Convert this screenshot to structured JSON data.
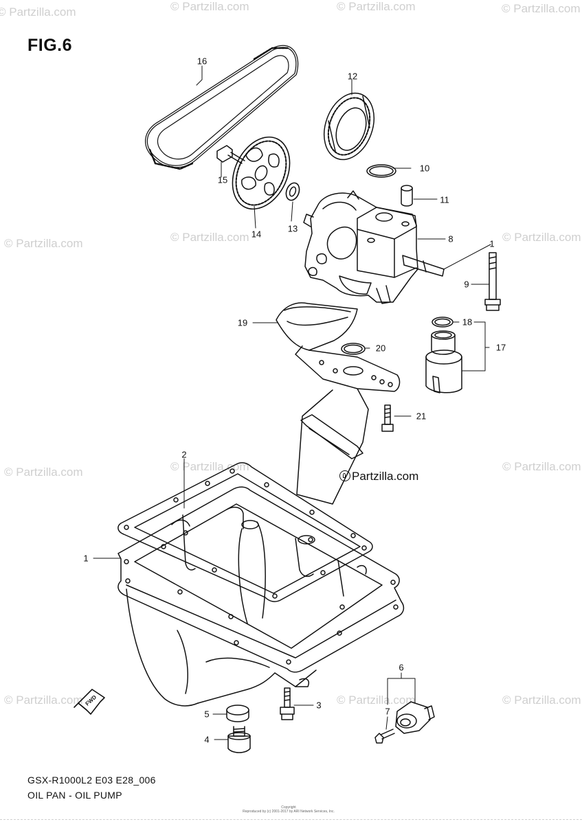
{
  "figure": {
    "title": "FIG.6",
    "model_code": "GSX-R1000L2 E03 E28_006",
    "subtitle": "OIL PAN - OIL PUMP"
  },
  "copyright": {
    "line1": "Copyright",
    "line2": "Reproduced by (c) 2001-2017 by ARI Network Services, Inc."
  },
  "brand": {
    "text": "Partzilla.com"
  },
  "watermarks": [
    "© Partzilla.com",
    "© Partzilla.com",
    "© Partzilla.com",
    "© Partzilla.com",
    "© Partzilla.com",
    "© Partzilla.com",
    "© Partzilla.com",
    "© Partzilla.com",
    "© Partzilla.com",
    "© Partzilla.com",
    "© Partzilla.com",
    "© Partzilla.com",
    "© Partzilla.com"
  ],
  "direction_marker": "FWD",
  "callouts": [
    "1",
    "2",
    "3",
    "4",
    "5",
    "6",
    "7",
    "8",
    "9",
    "10",
    "11",
    "12",
    "13",
    "14",
    "15",
    "16",
    "17",
    "18",
    "19",
    "20",
    "21"
  ],
  "colors": {
    "line": "#111111",
    "watermark": "#cfcfcf",
    "background": "#ffffff"
  }
}
